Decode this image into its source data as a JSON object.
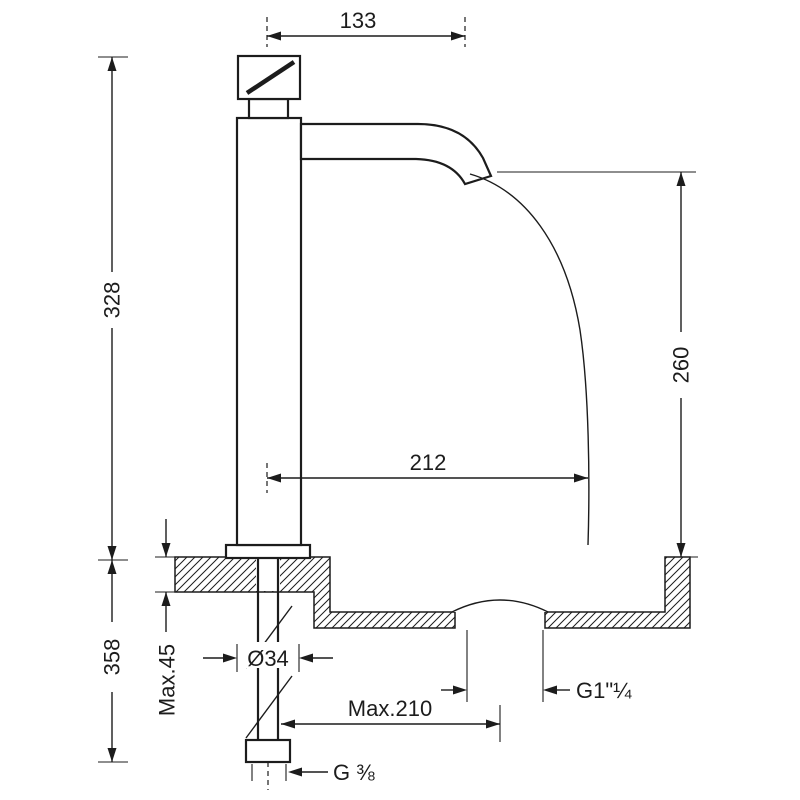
{
  "drawing": {
    "name": "Tall basin faucet technical dimension drawing",
    "background": "#ffffff",
    "line_color": "#1c1c1c",
    "dims": {
      "spout_reach": "133",
      "height_to_top": "328",
      "total_height": "358",
      "outlet_height": "260",
      "stream_reach": "212",
      "shank_diameter": "Ø34",
      "max_deck_thickness": "Max.45",
      "max_drain_offset": "Max.210",
      "drain_thread": "G1\"¼",
      "inlet_thread": "G ⅜"
    }
  }
}
